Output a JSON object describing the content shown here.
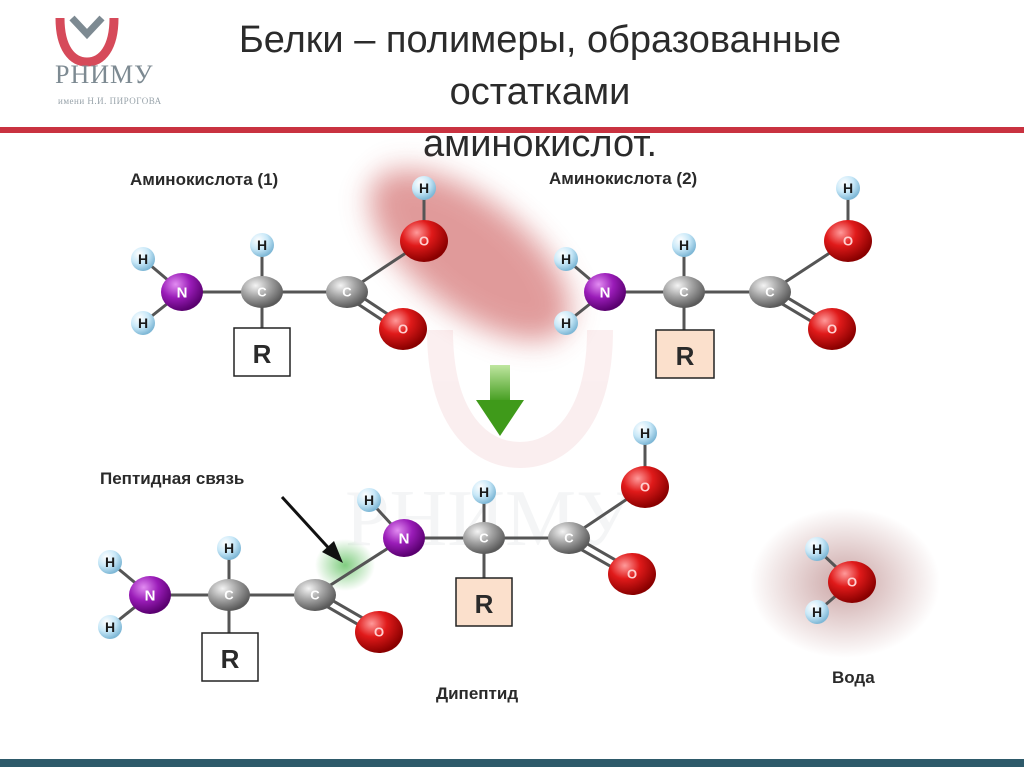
{
  "header": {
    "title_line1": "Белки – полимеры, образованные остатками",
    "title_line2": "аминокислот.",
    "logo_text": "РНИМУ",
    "logo_subtext": "имени Н.И. ПИРОГОВА"
  },
  "diagram": {
    "label_amino1": "Аминокислота (1)",
    "label_amino2": "Аминокислота (2)",
    "label_peptide_bond": "Пептидная связь",
    "label_dipeptide": "Дипептид",
    "label_water": "Вода",
    "atom_H": "H",
    "atom_N": "N",
    "atom_C": "C",
    "atom_O": "O",
    "radical": "R"
  },
  "colors": {
    "accent_red": "#c93240",
    "footer_band": "#2e5a6a",
    "oxygen": "#d81818",
    "nitrogen": "#8a12a8",
    "carbon": "#8f8f8f",
    "hydrogen": "#bfe4f7",
    "arrow_green": "#5aaa2a"
  }
}
